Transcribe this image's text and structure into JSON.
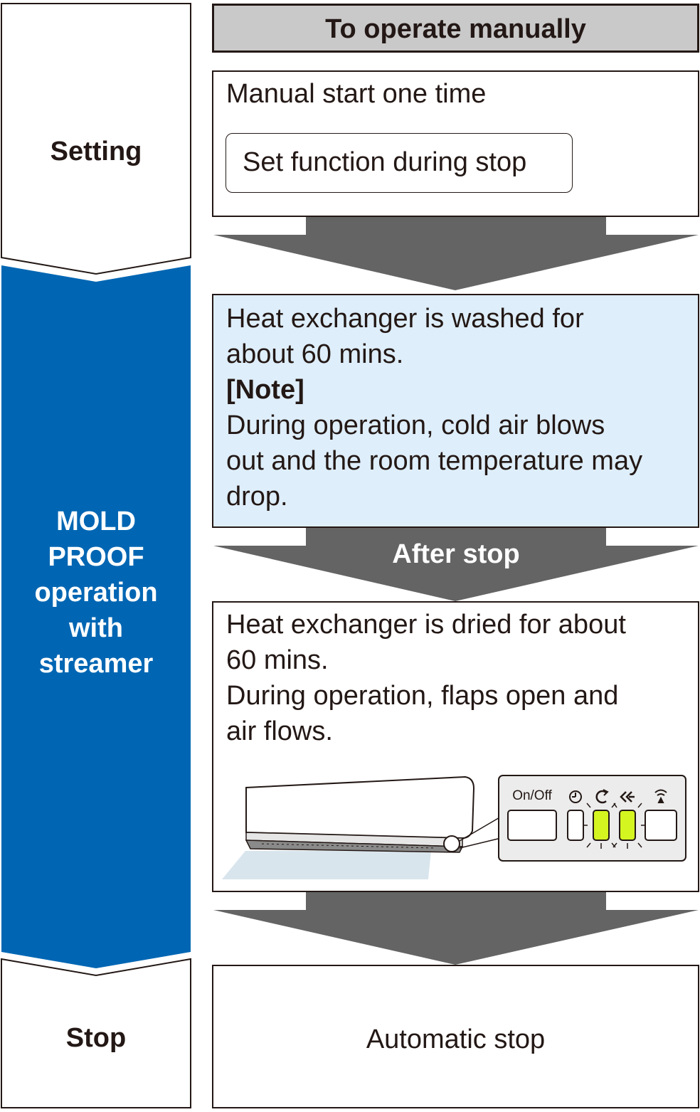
{
  "sidebar": {
    "setting_label": "Setting",
    "mold_proof_lines": [
      "MOLD",
      "PROOF",
      "operation",
      "with",
      "streamer"
    ],
    "stop_label": "Stop"
  },
  "header": {
    "title": "To operate manually"
  },
  "setting_box": {
    "heading": "Manual start one time",
    "function_button": "Set function during stop"
  },
  "wash_box": {
    "lines": [
      "Heat exchanger is washed for",
      "about 60 mins.",
      "[Note]",
      "During operation, cold air blows",
      "out and the room temperature may",
      "drop."
    ]
  },
  "after_stop_label": "After stop",
  "dry_box": {
    "lines": [
      "Heat exchanger is dried for about",
      "60 mins.",
      "During operation, flaps open and",
      "air flows."
    ]
  },
  "panel": {
    "on_off_label": "On/Off",
    "icons": [
      "timer-icon",
      "mold-proof-icon",
      "streamer-icon",
      "wifi-icon"
    ],
    "lit_indicators": [
      "mold-proof-lamp",
      "streamer-lamp"
    ]
  },
  "stop_box": {
    "text": "Automatic stop"
  },
  "colors": {
    "accent_blue": "#0066b3",
    "header_gray": "#c9c9c9",
    "arrow_gray": "#646464",
    "light_blue": "#deeefa",
    "lamp_green": "#d4f520"
  }
}
